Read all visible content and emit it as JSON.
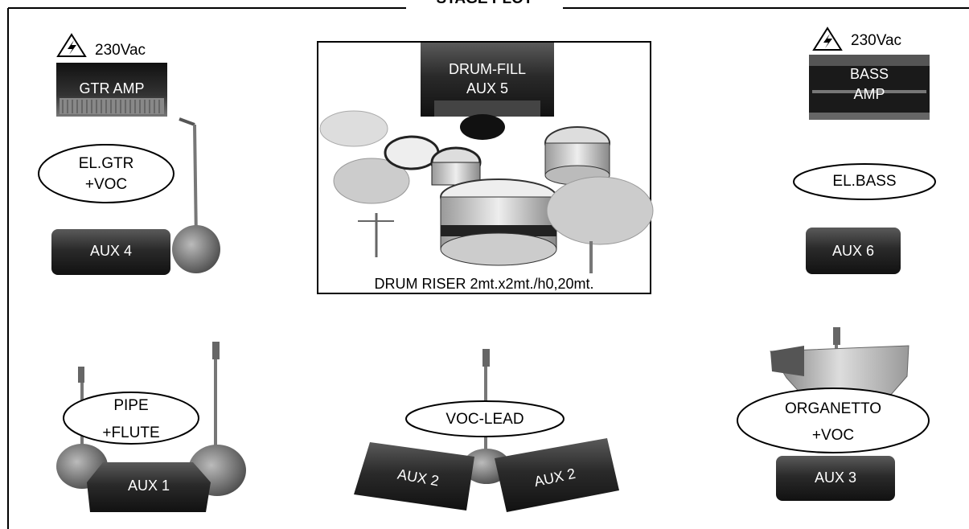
{
  "title": "STAGE PLOT",
  "power": {
    "left": "230Vac",
    "right": "230Vac"
  },
  "amps": {
    "gtr": "GTR AMP",
    "bass_line1": "BASS",
    "bass_line2": "AMP"
  },
  "drums": {
    "fill_line1": "DRUM-FILL",
    "fill_line2": "AUX 5",
    "riser": "DRUM RISER 2mt.x2mt./h0,20mt."
  },
  "players": {
    "elgtr_line1": "EL.GTR",
    "elgtr_line2": "+VOC",
    "elbass": "EL.BASS",
    "pipe_line1": "PIPE",
    "pipe_line2": "+FLUTE",
    "voclead": "VOC-LEAD",
    "organetto_line1": "ORGANETTO",
    "organetto_line2": "+VOC"
  },
  "monitors": {
    "aux4": "AUX 4",
    "aux6": "AUX 6",
    "aux1": "AUX 1",
    "aux2_left": "AUX 2",
    "aux2_right": "AUX 2",
    "aux3": "AUX 3"
  },
  "icons": [
    "warning-voltage-icon",
    "guitar-amp-icon",
    "bass-amp-icon",
    "drum-kit-icon",
    "mic-stand-icon",
    "wedge-monitor-icon",
    "accordion-icon"
  ]
}
